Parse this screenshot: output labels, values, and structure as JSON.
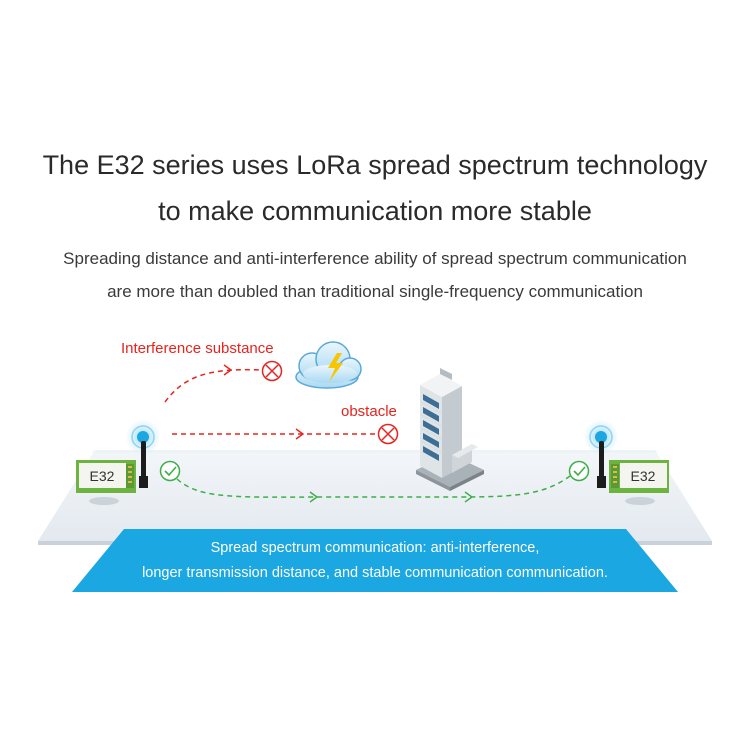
{
  "heading": {
    "line1": "The E32 series uses LoRa spread spectrum technology",
    "line2": "to make communication more stable"
  },
  "subheading": {
    "line1": "Spreading distance and anti-interference ability of spread spectrum communication",
    "line2": "are more than doubled than traditional single-frequency communication"
  },
  "diagram": {
    "interference_label": "Interference substance",
    "obstacle_label": "obstacle",
    "left_module_label": "E32",
    "right_module_label": "E32",
    "banner_line1": "Spread spectrum communication: anti-interference,",
    "banner_line2": "longer transmission distance, and stable communication communication."
  },
  "colors": {
    "red_path": "#e8231e",
    "green_path": "#3fae49",
    "banner": "#1aa7e2",
    "platform": "#e8eef4",
    "module_green": "#6db33f"
  },
  "icons": [
    "blocked-x-icon",
    "check-circle-icon",
    "storm-cloud-icon",
    "building-icon",
    "antenna-signal-icon"
  ]
}
